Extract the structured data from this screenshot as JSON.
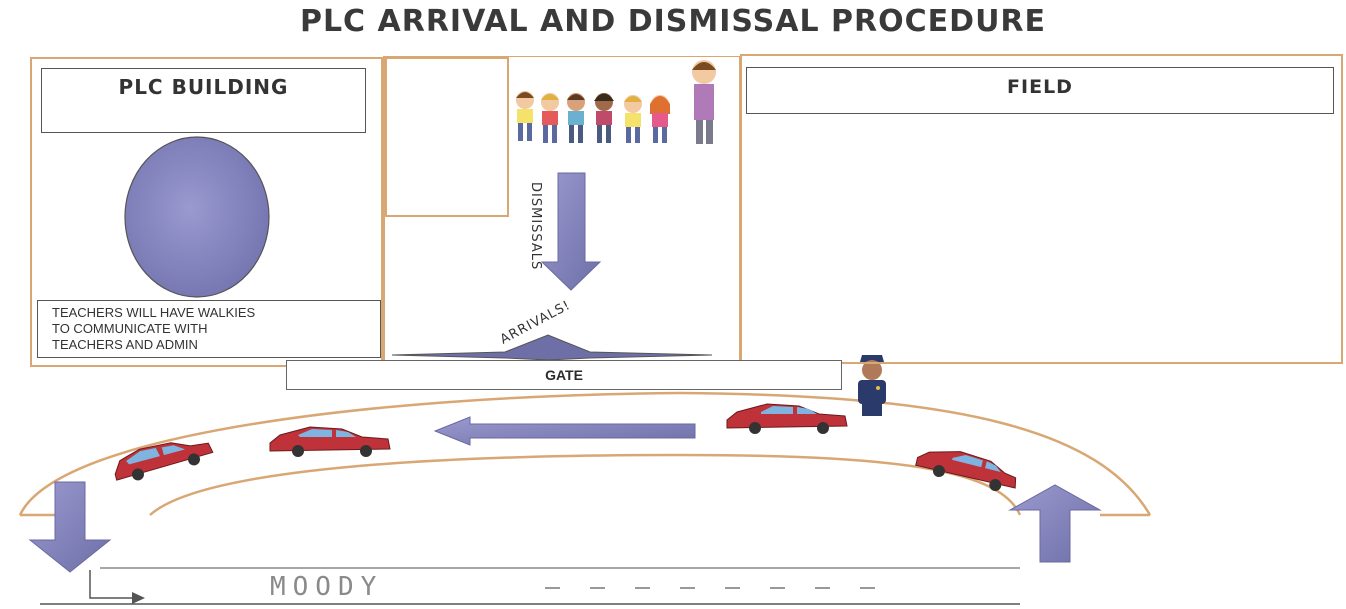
{
  "title": "PLC  ARRIVAL AND DISMISSAL PROCEDURE",
  "building": {
    "label": "PLC BUILDING",
    "note_lines": [
      "TEACHERS WILL HAVE WALKIES",
      "TO COMMUNICATE WITH",
      "TEACHERS AND ADMIN"
    ]
  },
  "field": {
    "label": "FIELD"
  },
  "gate": {
    "label": "GATE"
  },
  "arrows": {
    "dismissals_label": "DISMISSALS",
    "arrivals_label": "ARRIVALS!"
  },
  "road": {
    "label": "MOODY"
  },
  "colors": {
    "outline": "#d9a774",
    "arrow_fill": "#8585b8",
    "oval_fill": "#8c8cc4",
    "car_red": "#c0323a"
  },
  "icons": [
    "children-group-icon",
    "teacher-icon",
    "police-officer-icon",
    "car-icon"
  ]
}
